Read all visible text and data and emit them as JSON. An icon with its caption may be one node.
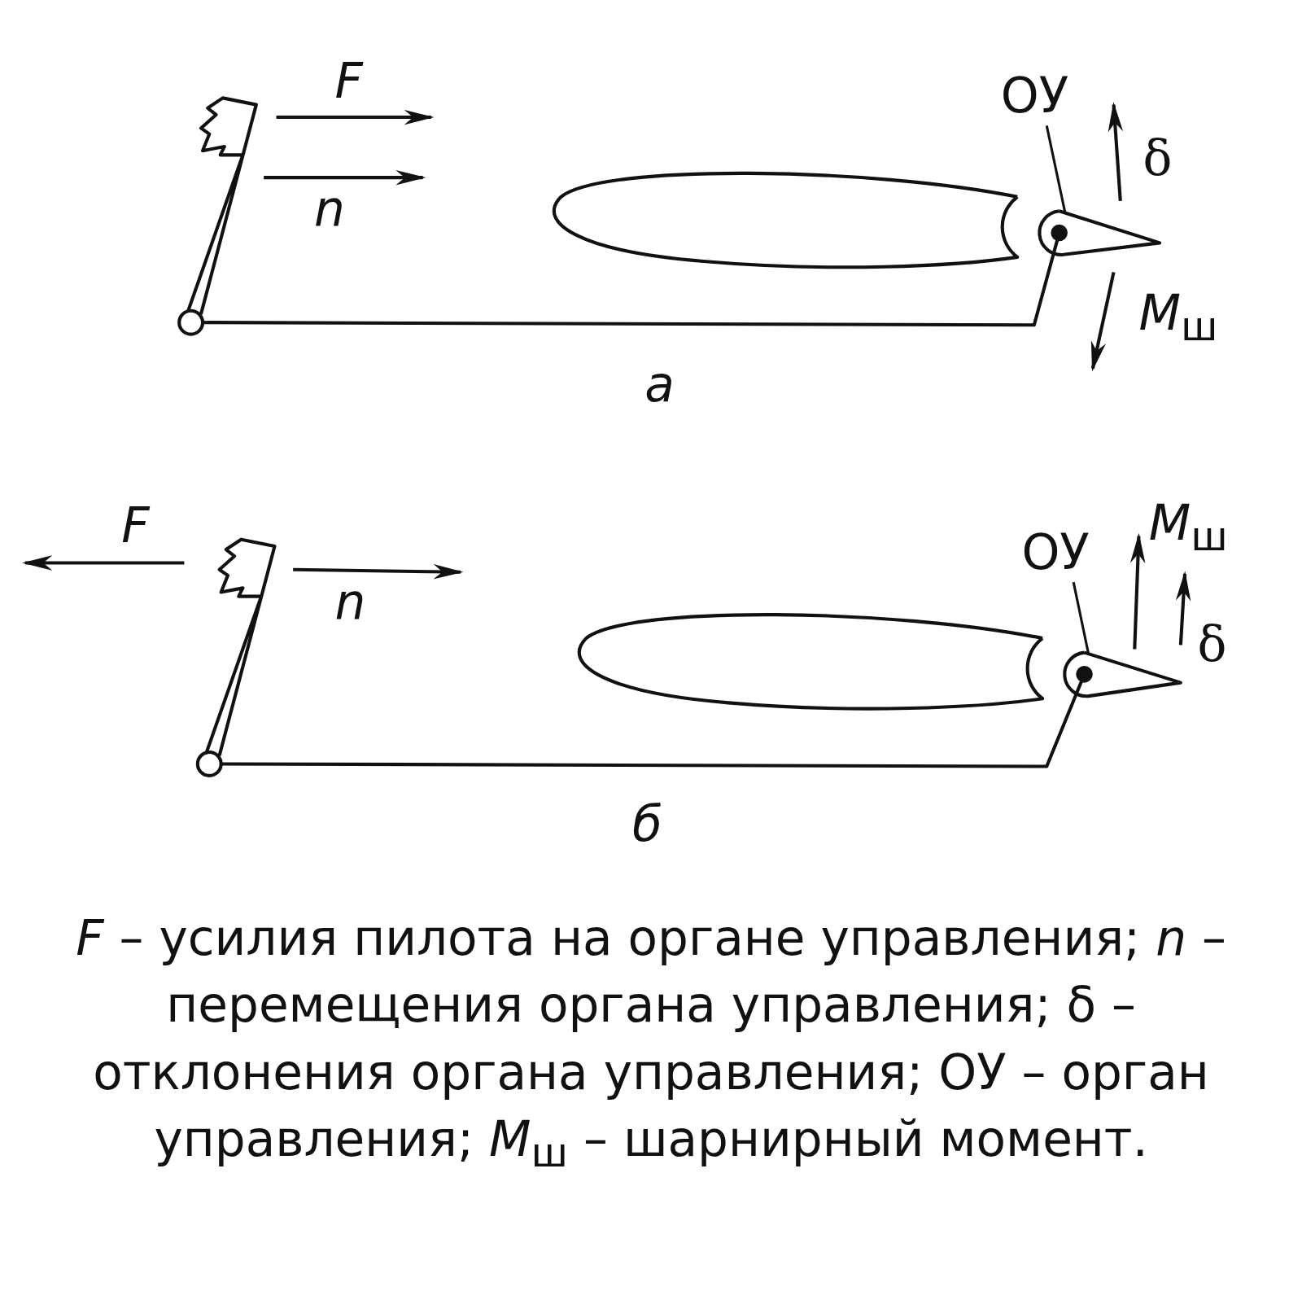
{
  "diagram": {
    "caption": "*F* – усилия пилота на органе управления; *n* – перемещения органа управления; δ – отклонения органа управления; ОУ – орган управления; *M*$_{ш}$ – шарнирный момент.",
    "nodes": [
      {
        "text": [
          "ОУ"
        ]
      },
      {
        "text": [],
        "shape": "picture"
      },
      {
        "text": [
          "ОУ"
        ]
      },
      {
        "text": [],
        "shape": "picture"
      }
    ],
    "edges": [
      {
        "from": 0,
        "to": 1,
        "arrow": "none"
      },
      {
        "from": 2,
        "to": 3,
        "arrow": "none"
      }
    ],
    "labels": [
      "F",
      "δ",
      "n",
      "*M*$_{ш}$",
      "а",
      "F",
      "*M*$_{ш}$",
      "n",
      "δ",
      "б"
    ]
  }
}
